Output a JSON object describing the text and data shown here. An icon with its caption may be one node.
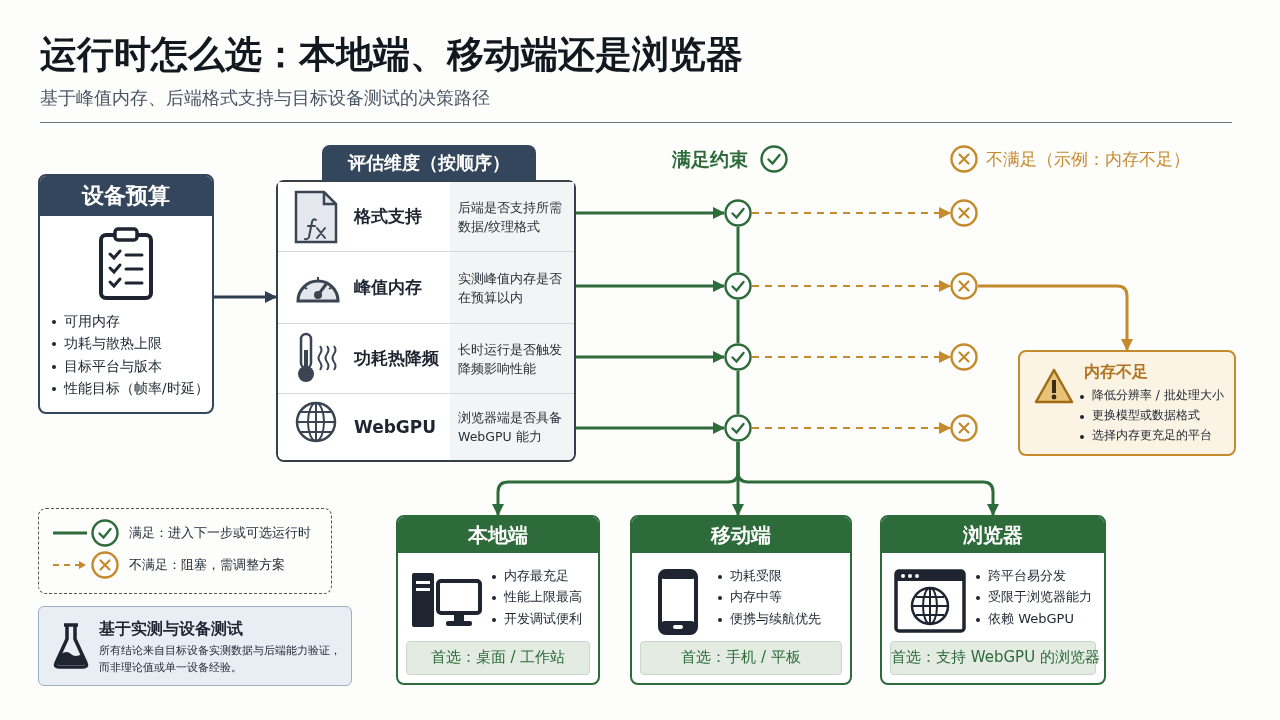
{
  "diagram": {
    "title": "运行时怎么选：本地端、移动端还是浏览器",
    "nodes": [
      {
        "text": [
          "设备预算",
          "可用内存",
          "功耗与散热上限",
          "目标平台与版本",
          "性能目标（帧率/时延）"
        ]
      },
      {
        "text": [
          "评估维度（按顺序）"
        ]
      },
      {
        "text": [
          "格式支持",
          "后端是否支持所需数据/纹理格式"
        ],
        "in": 1
      },
      {
        "text": [
          "峰值内存",
          "实测峰值内存是否在预算以内"
        ],
        "in": 1
      },
      {
        "text": [
          "功耗热降频",
          "长时运行是否触发降频影响性能"
        ],
        "in": 1
      },
      {
        "text": [
          "WebGPU",
          "浏览器端是否具备 WebGPU 能力"
        ],
        "in": 1
      },
      {
        "text": [],
        "shape": "circle"
      },
      {
        "text": [],
        "shape": "circle"
      },
      {
        "text": [],
        "shape": "circle"
      },
      {
        "text": [],
        "shape": "circle"
      },
      {
        "text": [],
        "shape": "circle"
      },
      {
        "text": [],
        "shape": "circle"
      },
      {
        "text": [],
        "shape": "circle"
      },
      {
        "text": [],
        "shape": "circle"
      },
      {
        "text": [
          "内存不足",
          "降低分辨率 / 批处理大小",
          "更换模型或数据格式",
          "选择内存更充足的平台"
        ]
      },
      {
        "text": [
          "本地端",
          "内存最充足",
          "性能上限最高",
          "开发调试便利",
          "首选：桌面 / 工作站"
        ]
      },
      {
        "text": [
          "移动端",
          "功耗受限",
          "内存中等",
          "便携与续航优先",
          "首选：手机 / 平板"
        ]
      },
      {
        "text": [
          "浏览器",
          "跨平台易分发",
          "受限于浏览器能力",
          "依赖 WebGPU",
          "首选：支持 WebGPU 的浏览器"
        ]
      },
      {
        "text": [
          "基于实测与设备测试",
          "所有结论来自目标设备实测数据与后端能力验证，而非理论值或单一设备经验。"
        ]
      }
    ],
    "edges": [
      {
        "from": 0,
        "to": 1,
        "arrow": "to",
        "color": "#2f3e50"
      },
      {
        "from": 2,
        "to": 6,
        "arrow": "to"
      },
      {
        "from": 3,
        "to": 7,
        "arrow": "to"
      },
      {
        "from": 4,
        "to": 8,
        "arrow": "to"
      },
      {
        "from": 5,
        "to": 9,
        "arrow": "to"
      },
      {
        "from": 6,
        "to": 10,
        "arrow": "to",
        "style": "dashed",
        "color": "#c48a2c"
      },
      {
        "from": 7,
        "to": 11,
        "arrow": "to",
        "style": "dashed",
        "color": "#c48a2c"
      },
      {
        "from": 8,
        "to": 12,
        "arrow": "to",
        "style": "dashed",
        "color": "#c48a2c"
      },
      {
        "from": 9,
        "to": 13,
        "arrow": "to",
        "style": "dashed",
        "color": "#c48a2c"
      },
      {
        "from": 6,
        "to": 7,
        "arrow": "none"
      },
      {
        "from": 7,
        "to": 8,
        "arrow": "none"
      },
      {
        "from": 8,
        "to": 9,
        "arrow": "none"
      },
      {
        "from": 9,
        "to": 15,
        "arrow": "to"
      },
      {
        "from": 9,
        "to": 16,
        "arrow": "to"
      },
      {
        "from": 9,
        "to": 17,
        "arrow": "to"
      },
      {
        "from": 11,
        "to": 14,
        "arrow": "to",
        "color": "#c48a2c"
      }
    ],
    "labels": [
      "基于峰值内存、后端格式支持与目标设备测试的决策路径",
      "满足约束",
      "不满足（示例：内存不足）"
    ],
    "legend": [
      {
        "text": "满足：进入下一步或可选运行时"
      },
      {
        "text": "不满足：阻塞，需调整方案"
      }
    ]
  }
}
